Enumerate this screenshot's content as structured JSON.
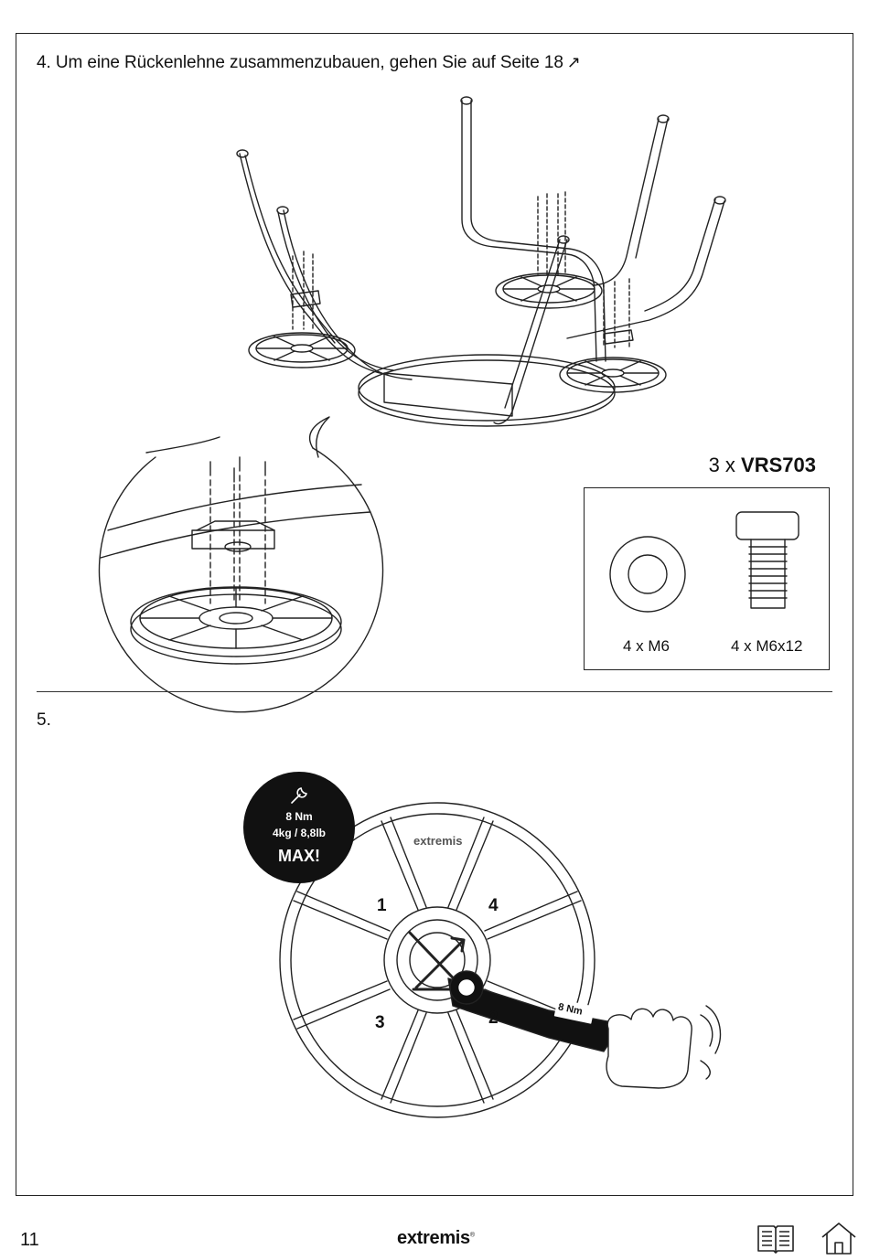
{
  "step4": {
    "title": "4. Um eine Rückenlehne zusammenzubauen, gehen Sie auf Seite 18",
    "link_icon": "↗"
  },
  "kit": {
    "quantity_prefix": "3 x ",
    "code": "VRS703",
    "parts": [
      {
        "label": "4 x M6",
        "icon": "washer-icon"
      },
      {
        "label": "4 x M6x12",
        "icon": "bolt-icon"
      }
    ]
  },
  "step5": {
    "title": "5.",
    "numbers": [
      "1",
      "4",
      "3",
      "2"
    ],
    "badge": {
      "torque": "8 Nm",
      "weight": "4kg / 8,8lb",
      "max": "MAX!"
    },
    "wrench_display": "8 Nm",
    "disc_brand": "extremis"
  },
  "footer": {
    "page_number": "11",
    "brand": "extremis",
    "brand_mark": "®",
    "icons": [
      "book-icon",
      "home-icon"
    ]
  }
}
